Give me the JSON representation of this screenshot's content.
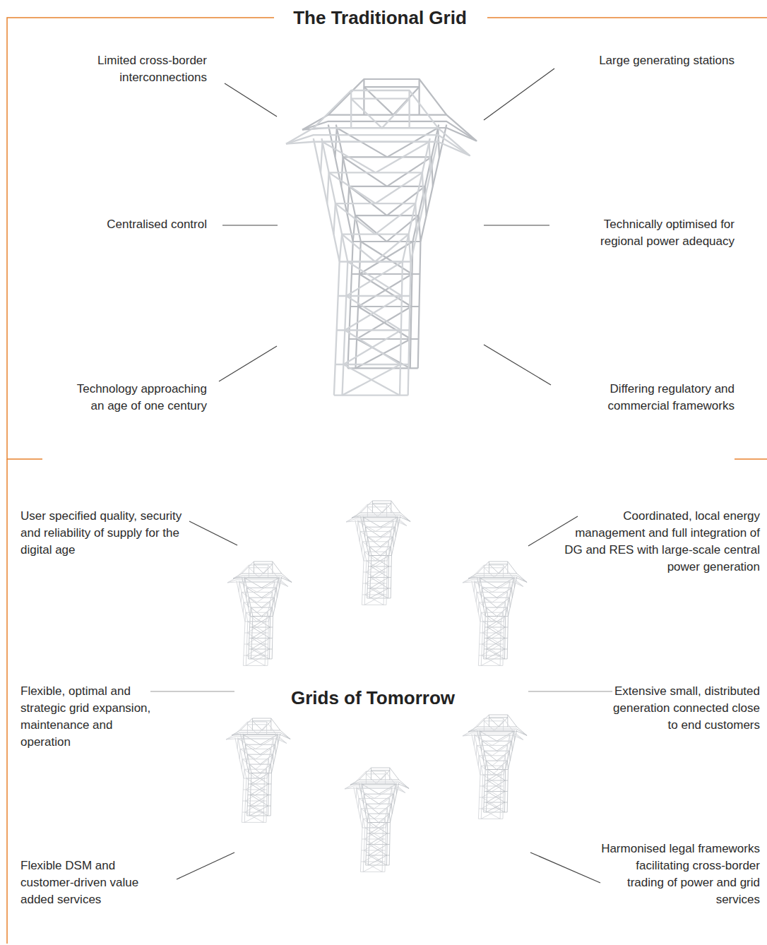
{
  "diagram": {
    "title": "The Traditional Grid",
    "labels": [
      "Limited cross-border interconnections",
      "Large generating stations",
      "Centralised control",
      "Technically optimised for regional power adequacy",
      "Technology approaching an age of one century",
      "Differing regulatory and commercial frameworks",
      "User specified quality, security and reliability of supply for the digital age",
      "Coordinated, local energy management and full integration of DG and RES with large-scale central power generation",
      "Flexible, optimal and strategic grid expansion, maintenance and operation",
      "Grids of Tomorrow",
      "Extensive small, distributed generation connected close to end customers",
      "Flexible DSM and customer-driven value added services",
      "Harmonised legal frameworks facilitating cross-border trading of power and grid services"
    ]
  }
}
